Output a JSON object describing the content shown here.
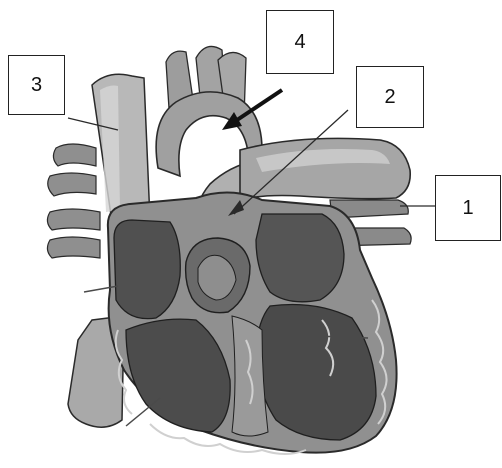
{
  "labels": {
    "one": "1",
    "two": "2",
    "three": "3",
    "four": "4"
  },
  "colors": {
    "background": "#ffffff",
    "vessel_light": "#bdbdbd",
    "vessel_mid": "#9a9a9a",
    "chamber_dark": "#4a4a4a",
    "muscle_wall": "#8c8c8c",
    "outline": "#2a2a2a",
    "pointer": "#111111"
  }
}
